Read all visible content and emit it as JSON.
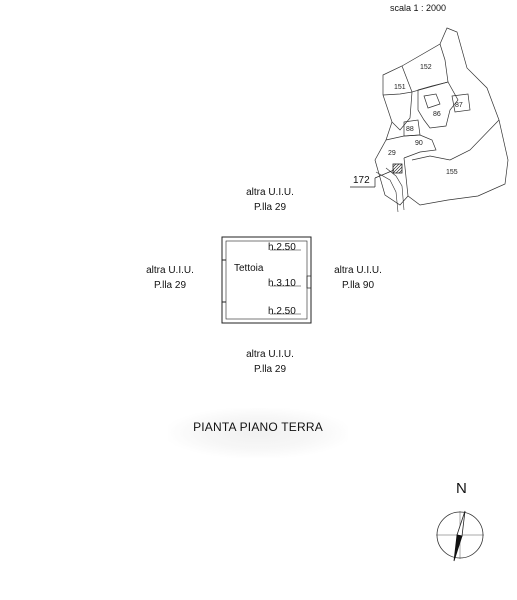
{
  "scale": "scala 1 : 2000",
  "map": {
    "parcels": [
      "152",
      "151",
      "86",
      "87",
      "88",
      "90",
      "29",
      "155"
    ],
    "callout": "172"
  },
  "plan": {
    "top": {
      "line1": "altra U.I.U.",
      "line2": "P.lla 29"
    },
    "left": {
      "line1": "altra U.I.U.",
      "line2": "P.lla 29"
    },
    "right": {
      "line1": "altra U.I.U.",
      "line2": "P.lla 90"
    },
    "bottom": {
      "line1": "altra U.I.U.",
      "line2": "P.lla 29"
    },
    "room": "Tettoia",
    "heights": [
      "h.2.50",
      "h.3.10",
      "h.2.50"
    ]
  },
  "title": "PIANTA PIANO TERRA",
  "compass": {
    "label": "N"
  }
}
